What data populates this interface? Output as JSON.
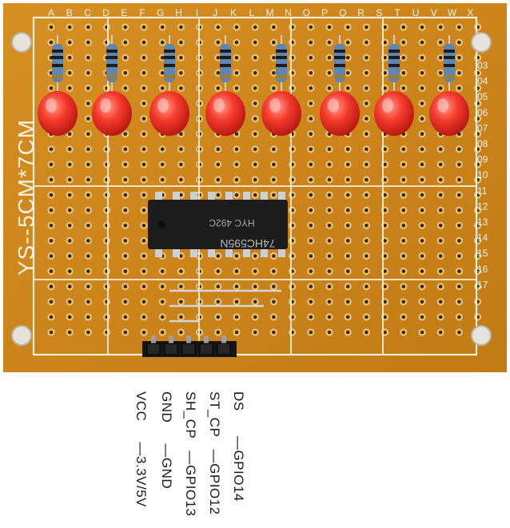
{
  "board": {
    "silkscreen_label": "YS--5CM*7CM",
    "columns": [
      "A",
      "B",
      "C",
      "D",
      "E",
      "F",
      "G",
      "H",
      "I",
      "J",
      "K",
      "L",
      "M",
      "N",
      "O",
      "P",
      "Q",
      "R",
      "S",
      "T",
      "U",
      "V",
      "W",
      "X"
    ],
    "rows_right": [
      "03",
      "04",
      "05",
      "06",
      "07",
      "08",
      "09",
      "10",
      "11",
      "12",
      "13",
      "14",
      "15",
      "16",
      "17"
    ],
    "ic": {
      "line1": "74HC595N",
      "line2": "HYC  492C"
    },
    "colors": {
      "board": "#d38a1a",
      "board_dark": "#b86f10",
      "led": "#f02a20",
      "resistor": "#5d86b3",
      "silk": "#f4f0e0"
    }
  },
  "pins": [
    {
      "name": "DS",
      "connection": "—GPIO14"
    },
    {
      "name": "ST_CP",
      "connection": "—GPIO12"
    },
    {
      "name": "SH_CP",
      "connection": "—GPIO13"
    },
    {
      "name": "GND",
      "connection": "—GND"
    },
    {
      "name": "VCC",
      "connection": "—3.3V/5V"
    }
  ]
}
